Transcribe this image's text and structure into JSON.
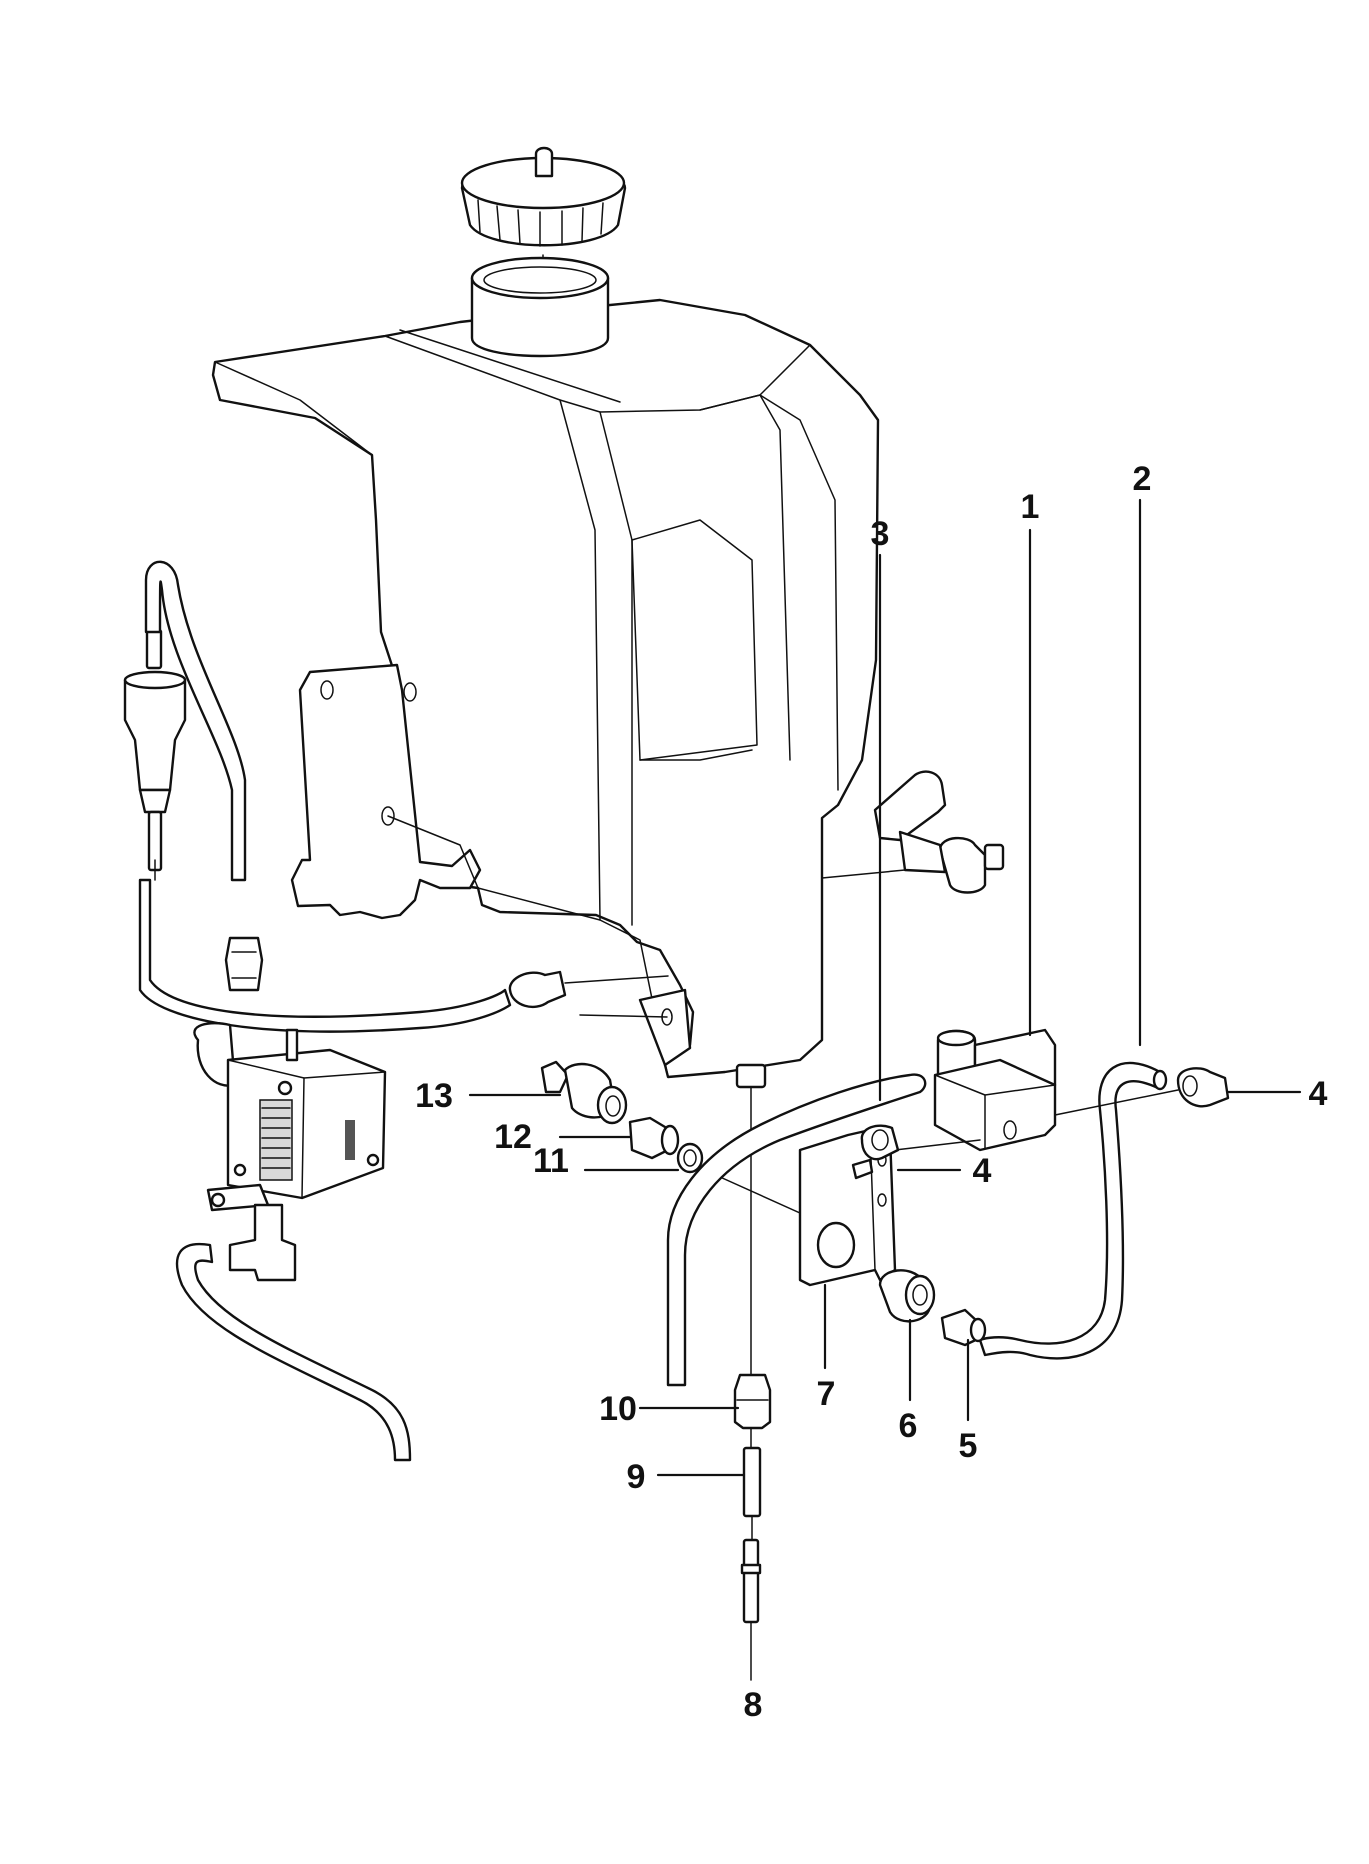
{
  "callouts": [
    {
      "id": "c1",
      "text": "1"
    },
    {
      "id": "c2",
      "text": "2"
    },
    {
      "id": "c3",
      "text": "3"
    },
    {
      "id": "c4a",
      "text": "4"
    },
    {
      "id": "c4b",
      "text": "4"
    },
    {
      "id": "c5",
      "text": "5"
    },
    {
      "id": "c6",
      "text": "6"
    },
    {
      "id": "c7",
      "text": "7"
    },
    {
      "id": "c8",
      "text": "8"
    },
    {
      "id": "c9",
      "text": "9"
    },
    {
      "id": "c10",
      "text": "10"
    },
    {
      "id": "c11",
      "text": "11"
    },
    {
      "id": "c12",
      "text": "12"
    },
    {
      "id": "c13",
      "text": "13"
    }
  ]
}
